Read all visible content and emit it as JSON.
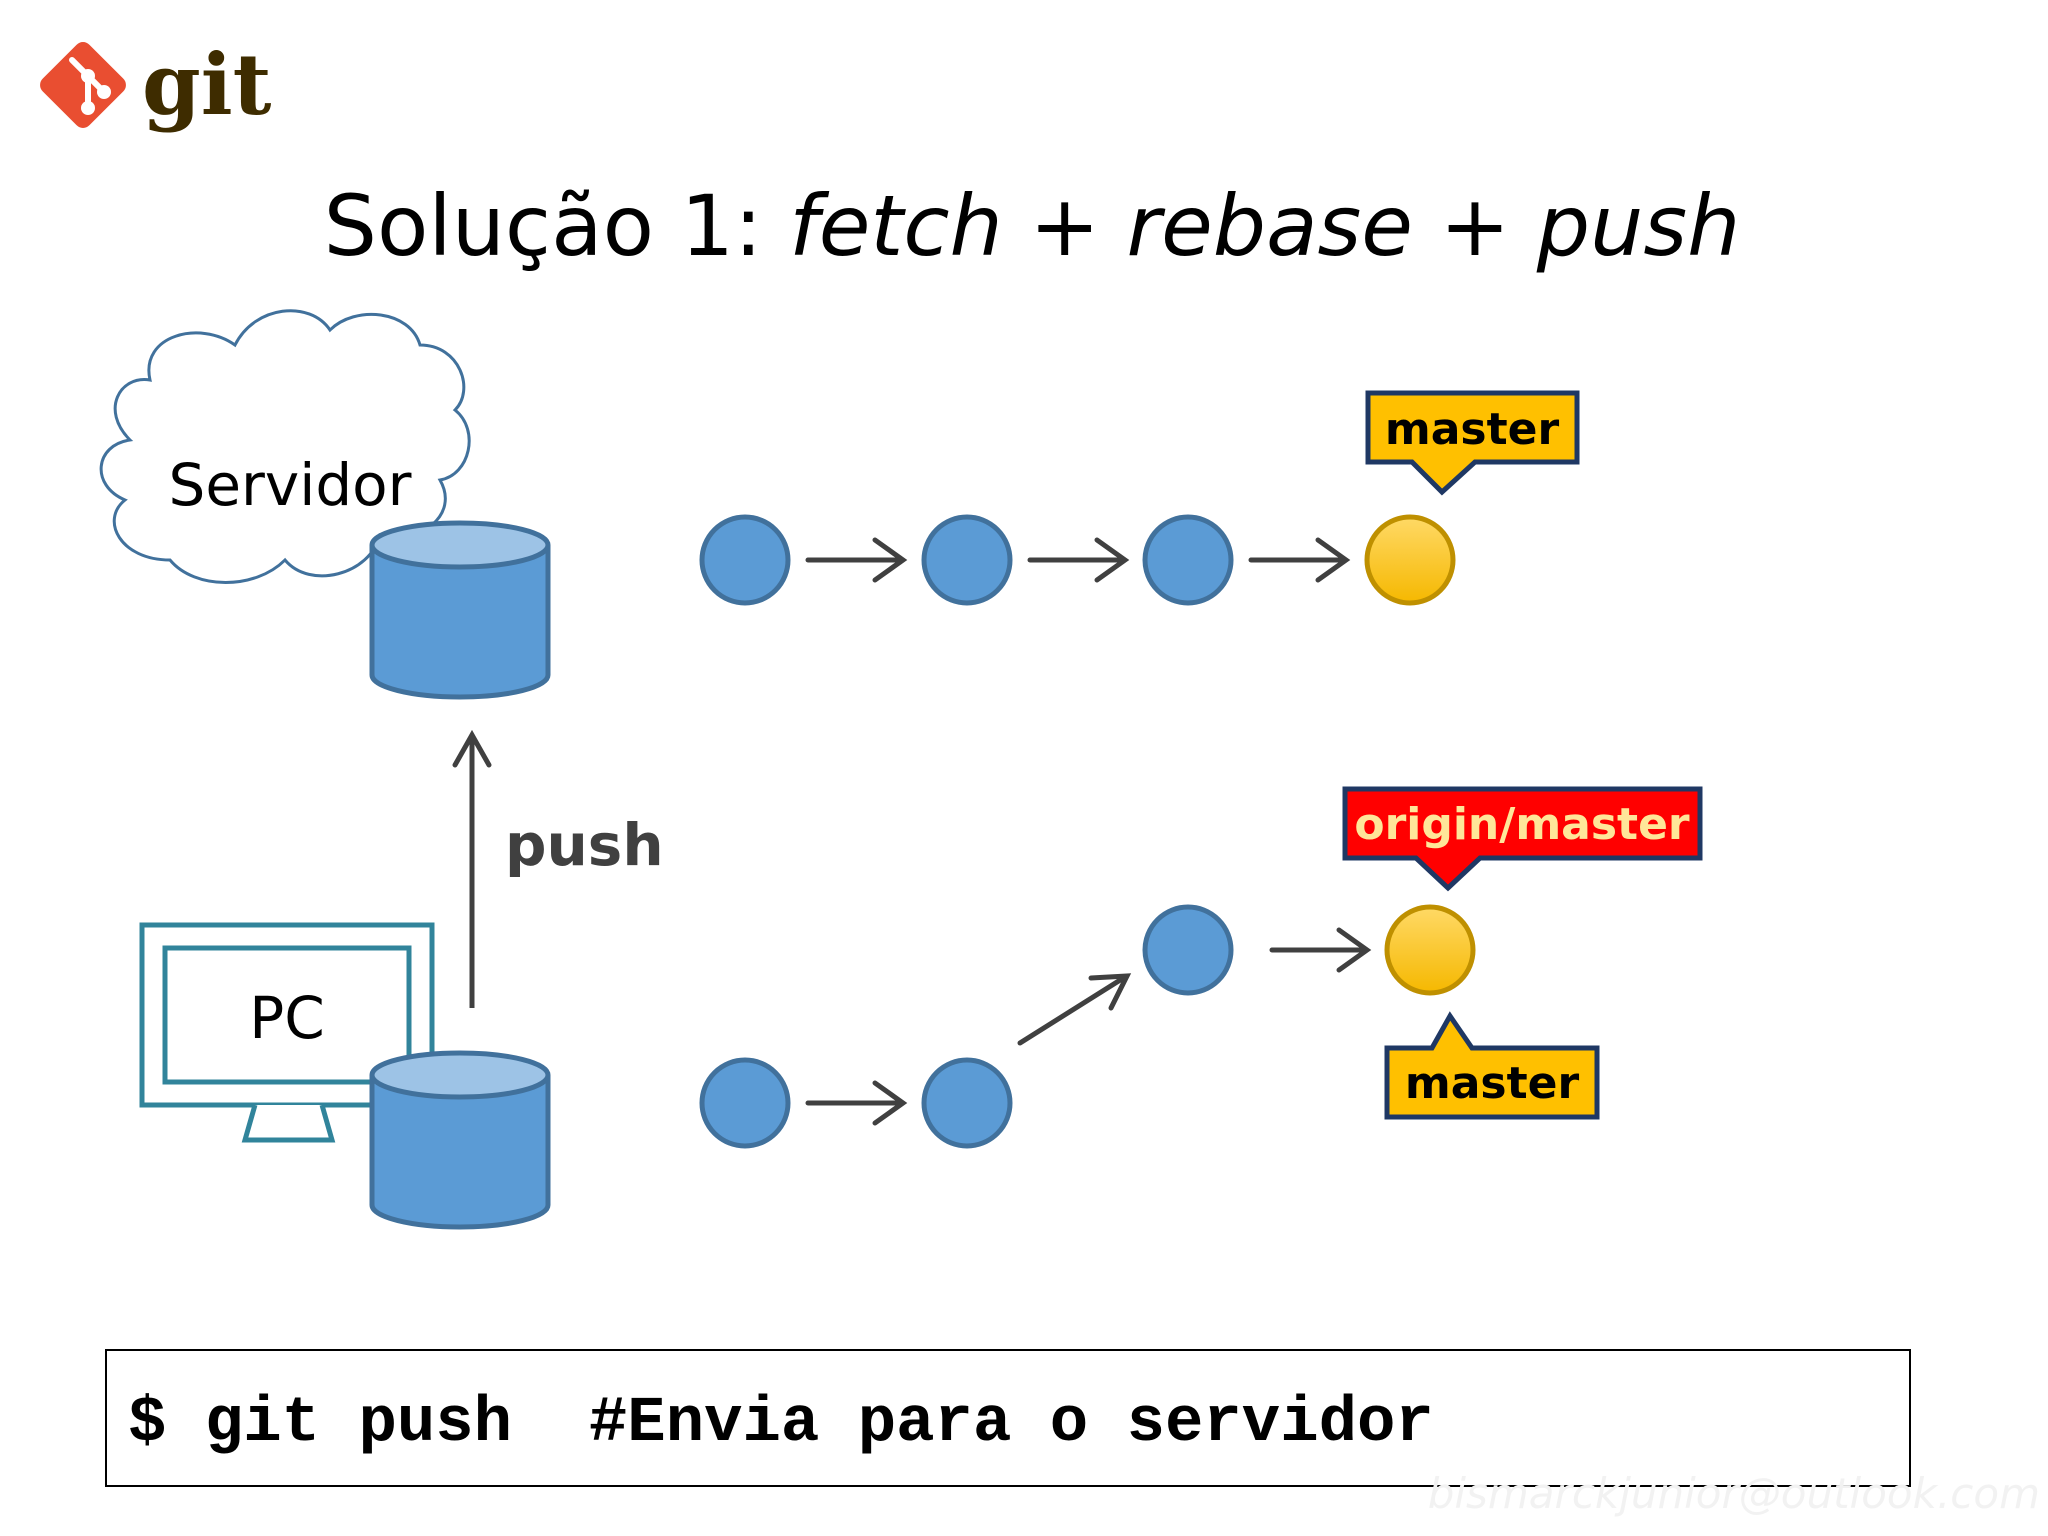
{
  "logo": {
    "text": "git",
    "icon": "git-diamond-icon"
  },
  "title": {
    "main": "Solução 1",
    "separator": ": ",
    "italic": "fetch + rebase + push"
  },
  "server": {
    "label": "Servidor",
    "icon": "cloud-icon"
  },
  "pc": {
    "label": "PC",
    "icon": "monitor-icon"
  },
  "push_label": "push",
  "server_branch": {
    "label": "master"
  },
  "local_branches": {
    "origin": "origin/master",
    "master": "master"
  },
  "command": {
    "text": "$ git push  #Envia para o servidor"
  },
  "watermark": "bismarckjunior@outlook.com",
  "colors": {
    "commit_blue": "#5b9bd5",
    "commit_border": "#41719c",
    "head_yellow": "#ffc000",
    "head_border": "#bf9000",
    "label_yellow": "#ffc000",
    "label_red": "#ff0000",
    "label_border": "#1f3864",
    "origin_text": "#ffe699",
    "git_red": "#e94e31",
    "git_brown": "#3e2c00",
    "arrow": "#404040"
  }
}
